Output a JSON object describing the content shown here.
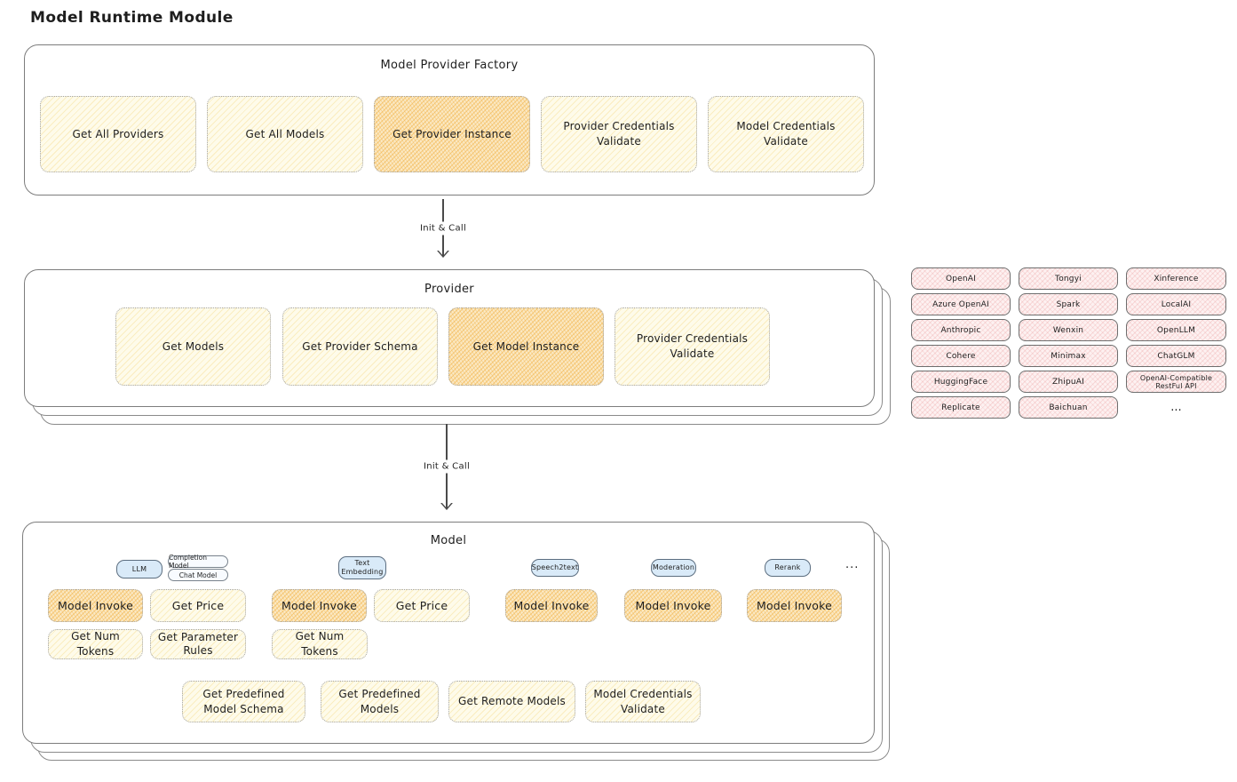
{
  "page_title": "Model Runtime Module",
  "colors": {
    "pale_yellow_fill": "#fefbea",
    "highlight_orange_fill": "#fbe9c4",
    "pink_fill": "#fdf1f1",
    "blue_tag_fill": "#d9eaf8",
    "panel_border": "#7d7d7d",
    "text": "#1e1e1e"
  },
  "arrows": {
    "factory_to_provider": "Init & Call",
    "provider_to_model": "Init & Call"
  },
  "factory": {
    "title": "Model Provider Factory",
    "items": [
      {
        "label": "Get All Providers",
        "highlighted": false
      },
      {
        "label": "Get All Models",
        "highlighted": false
      },
      {
        "label": "Get Provider Instance",
        "highlighted": true
      },
      {
        "label": "Provider Credentials Validate",
        "highlighted": false
      },
      {
        "label": "Model Credentials Validate",
        "highlighted": false
      }
    ]
  },
  "provider": {
    "title": "Provider",
    "items": [
      {
        "label": "Get Models",
        "highlighted": false
      },
      {
        "label": "Get Provider Schema",
        "highlighted": false
      },
      {
        "label": "Get Model Instance",
        "highlighted": true
      },
      {
        "label": "Provider Credentials Validate",
        "highlighted": false
      }
    ]
  },
  "provider_list": {
    "items": [
      "OpenAI",
      "Tongyi",
      "Xinference",
      "Azure OpenAI",
      "Spark",
      "LocalAI",
      "Anthropic",
      "Wenxin",
      "OpenLLM",
      "Cohere",
      "Minimax",
      "ChatGLM",
      "HuggingFace",
      "ZhipuAI",
      "OpenAI-Compatible RestFul API",
      "Replicate",
      "Baichuan"
    ],
    "more": "..."
  },
  "model": {
    "title": "Model",
    "tags": {
      "llm": "LLM",
      "completion_model": "Completion Model",
      "chat_model": "Chat Model",
      "text_embedding": "Text Embedding",
      "speech2text": "Speech2text",
      "moderation": "Moderation",
      "rerank": "Rerank",
      "more": "..."
    },
    "buttons": {
      "llm_model_invoke": "Model Invoke",
      "llm_get_price": "Get Price",
      "llm_get_num_tokens": "Get Num Tokens",
      "llm_get_parameter_rules": "Get Parameter Rules",
      "embedding_model_invoke": "Model Invoke",
      "embedding_get_price": "Get Price",
      "embedding_get_num_tokens": "Get Num Tokens",
      "speech2text_model_invoke": "Model Invoke",
      "moderation_model_invoke": "Model Invoke",
      "rerank_model_invoke": "Model Invoke"
    },
    "bottom_buttons": [
      "Get Predefined Model Schema",
      "Get Predefined Models",
      "Get Remote Models",
      "Model Credentials Validate"
    ]
  }
}
